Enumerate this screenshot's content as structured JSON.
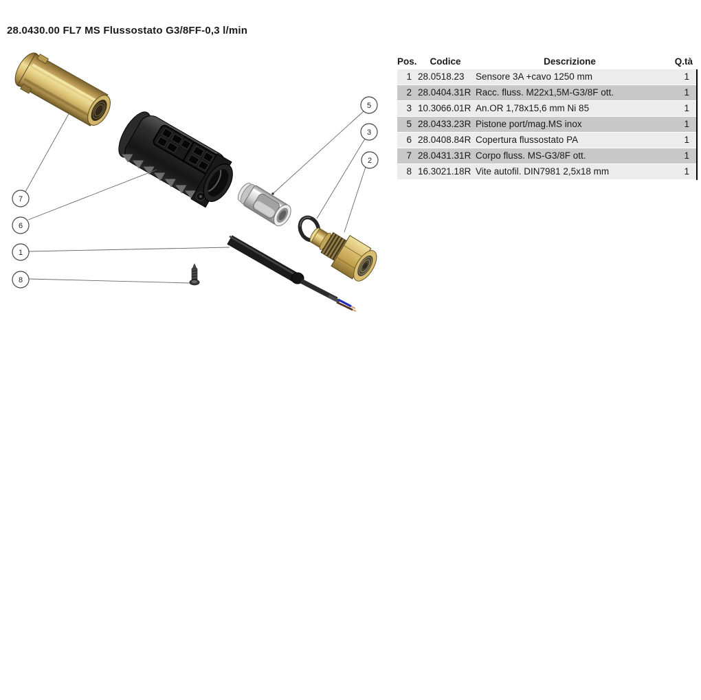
{
  "page": {
    "title": "28.0430.00 FL7 MS Flussostato G3/8FF-0,3 l/min"
  },
  "table": {
    "headers": {
      "pos": "Pos.",
      "codice": "Codice",
      "descrizione": "Descrizione",
      "qta": "Q.tà"
    },
    "rows": [
      {
        "pos": "1",
        "codice": "28.0518.23",
        "descrizione": "Sensore 3A +cavo 1250 mm",
        "qta": "1"
      },
      {
        "pos": "2",
        "codice": "28.0404.31R",
        "descrizione": "Racc. fluss. M22x1,5M-G3/8F ott.",
        "qta": "1"
      },
      {
        "pos": "3",
        "codice": "10.3066.01R",
        "descrizione": "An.OR 1,78x15,6 mm Ni 85",
        "qta": "1"
      },
      {
        "pos": "5",
        "codice": "28.0433.23R",
        "descrizione": "Pistone port/mag.MS inox",
        "qta": "1"
      },
      {
        "pos": "6",
        "codice": "28.0408.84R",
        "descrizione": "Copertura flussostato PA",
        "qta": "1"
      },
      {
        "pos": "7",
        "codice": "28.0431.31R",
        "descrizione": "Corpo fluss. MS-G3/8F ott.",
        "qta": "1"
      },
      {
        "pos": "8",
        "codice": "16.3021.18R",
        "descrizione": "Vite autofil. DIN7981 2,5x18 mm",
        "qta": "1"
      }
    ]
  },
  "diagram": {
    "balloons": [
      {
        "label": "7"
      },
      {
        "label": "6"
      },
      {
        "label": "1"
      },
      {
        "label": "8"
      },
      {
        "label": "5"
      },
      {
        "label": "3"
      },
      {
        "label": "2"
      }
    ],
    "colors": {
      "brass": "#d9bd70",
      "brass_dark": "#6e5a28",
      "cover_black": "#1f1f1f",
      "chrome": "#d4d4d4",
      "oring_black": "#262626",
      "wire_blue": "#1f2fb8",
      "wire_brown": "#5a3318",
      "row_light": "#ececec",
      "row_dark": "#c8c8c8",
      "table_border": "#000000"
    }
  }
}
